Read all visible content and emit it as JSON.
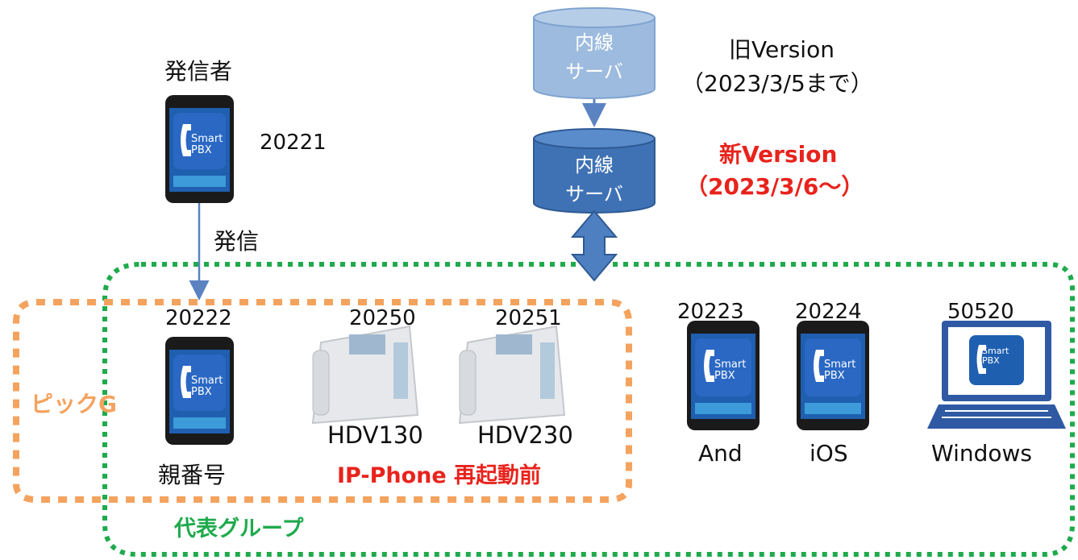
{
  "caller": {
    "title": "発信者",
    "number": "20221",
    "action": "発信"
  },
  "servers": {
    "old": {
      "line1": "内線",
      "line2": "サーバ",
      "version": "旧Version",
      "date": "（2023/3/5まで）"
    },
    "new": {
      "line1": "内線",
      "line2": "サーバ",
      "version": "新Version",
      "date": "（2023/3/6～）"
    }
  },
  "pickup_group": {
    "label": "ピックG",
    "parent": {
      "number": "20222",
      "caption": "親番号"
    },
    "phones": [
      {
        "number": "20250",
        "model": "HDV130"
      },
      {
        "number": "20251",
        "model": "HDV230"
      }
    ],
    "note": "IP-Phone 再起動前"
  },
  "representative_group": {
    "label": "代表グループ",
    "devices": [
      {
        "number": "20223",
        "caption": "And",
        "icon": "smartphone-icon"
      },
      {
        "number": "20224",
        "caption": "iOS",
        "icon": "smartphone-icon"
      },
      {
        "number": "50520",
        "caption": "Windows",
        "icon": "laptop-icon"
      }
    ]
  },
  "app": {
    "name_line1": "Smart",
    "name_line2": "PBX"
  },
  "colors": {
    "orange": "#f4a35f",
    "green": "#1faa4c",
    "red": "#e8231c",
    "server_old": "#9dbbdf",
    "server_new": "#3f72b5",
    "arrow": "#5b83c2"
  }
}
